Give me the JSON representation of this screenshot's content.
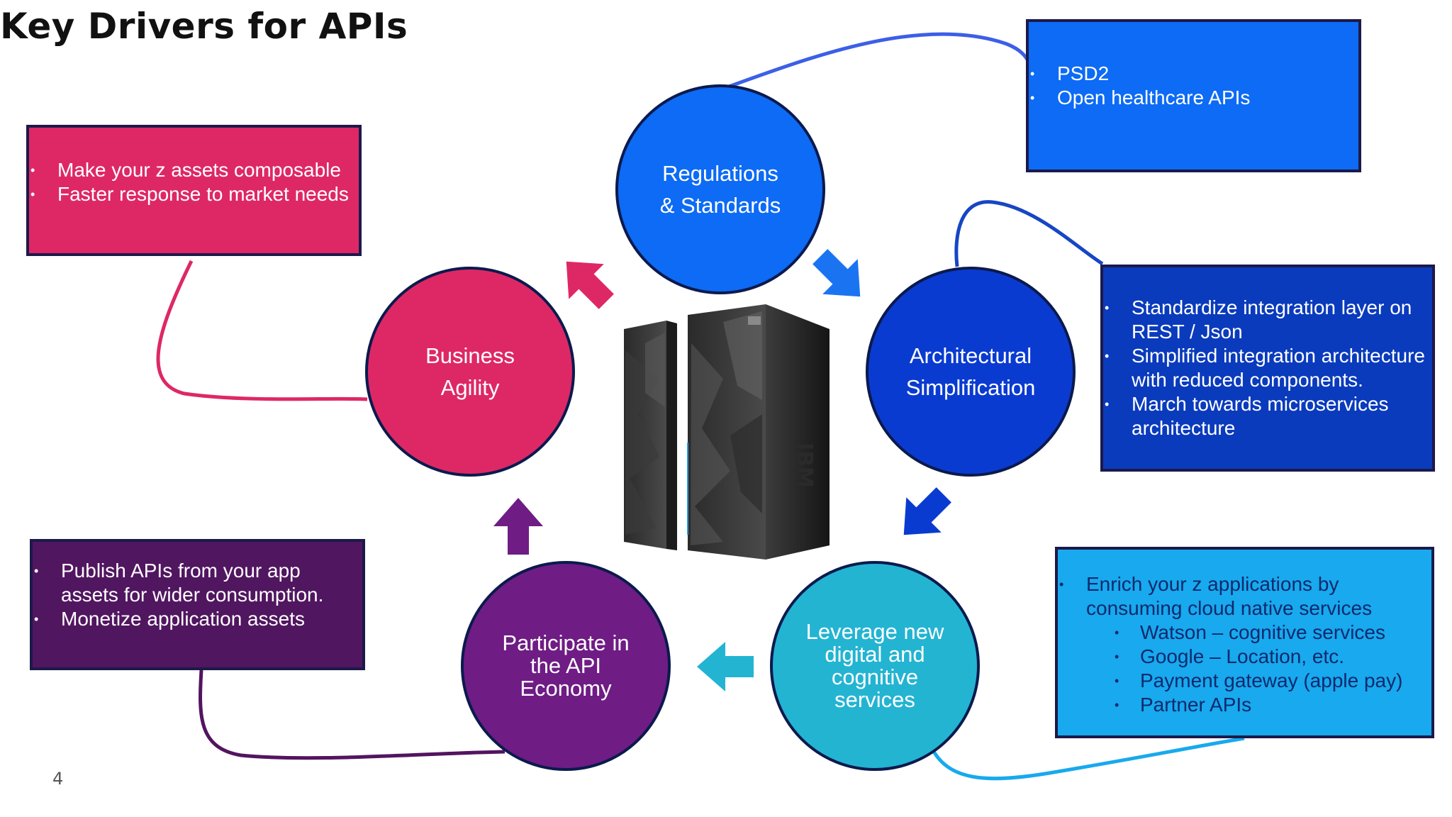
{
  "slide": {
    "title": "Key Drivers for APIs",
    "page_number": "4"
  },
  "colors": {
    "regulations": "#0d6bf5",
    "architectural": "#0a3bd1",
    "business": "#de2866",
    "leverage": "#23b4d2",
    "participate": "#6f1c85"
  },
  "circles": {
    "regulations": [
      "Regulations",
      "& Standards"
    ],
    "architectural": [
      "Architectural",
      "Simplification"
    ],
    "business": [
      "Business",
      "Agility"
    ],
    "leverage": [
      "Leverage new",
      "digital and",
      "cognitive",
      "services"
    ],
    "participate": [
      "Participate in",
      "the API",
      "Economy"
    ]
  },
  "boxes": {
    "regulations": [
      "PSD2",
      "Open healthcare APIs"
    ],
    "architectural": [
      "Standardize integration layer on REST / Json",
      "Simplified integration architecture with reduced components.",
      "March towards microservices architecture"
    ],
    "business": [
      "Make your z assets composable",
      "Faster response to market needs"
    ],
    "participate": [
      "Publish APIs from your app assets for wider consumption.",
      "Monetize application assets"
    ],
    "leverage": {
      "main": "Enrich your z applications by consuming cloud native services",
      "sub": [
        "Watson – cognitive services",
        "Google – Location, etc.",
        "Payment gateway (apple pay)",
        "Partner APIs"
      ]
    }
  },
  "center_image": {
    "icon": "mainframe-server-icon",
    "brand_text": "IBM"
  }
}
